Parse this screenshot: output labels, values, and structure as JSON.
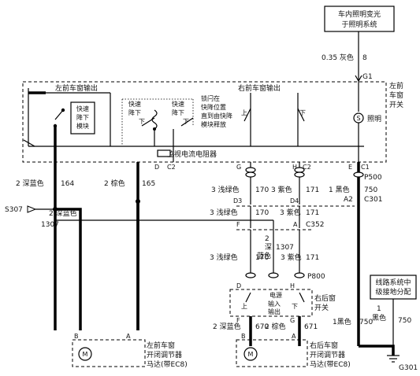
{
  "lighting_box": {
    "line1": "车内照明变光",
    "line2": "于照明系统"
  },
  "lighting_wire": {
    "gauge_color": "0.35 灰色",
    "circuit": "8"
  },
  "switch_title": {
    "line1": "左前",
    "line2": "车窗",
    "line3": "开关"
  },
  "connector_g1": "G1",
  "label_left_output": "左前车窗输出",
  "label_right_output": "右前车窗输出",
  "express_module": {
    "l1": "快速",
    "l2": "降下",
    "l3": "模块"
  },
  "express_down_1": {
    "l1": "快速",
    "l2": "降下"
  },
  "express_down_2": {
    "l1": "快速",
    "l2": "降下"
  },
  "lock_note": {
    "l1": "锁闩在",
    "l2": "快降位置",
    "l3": "直到由快降",
    "l4": "模块释放"
  },
  "up_label": "上",
  "down_label": "下",
  "illum_label": "照明",
  "current_sensor": "监视电流电阻器",
  "pins": {
    "D": "D",
    "C2a": "C2",
    "G": "G",
    "H": "H",
    "C2b": "C2",
    "E": "E",
    "C1": "C1",
    "P500": "P500",
    "A2": "A2",
    "C301": "C301",
    "D3": "D3",
    "D4": "D4",
    "F": "F",
    "A": "A",
    "C352": "C352",
    "P800": "P800",
    "D2": "D",
    "H2": "H",
    "B": "B",
    "A3": "A",
    "F2": "F",
    "G2": "G",
    "B2": "B",
    "A4": "A"
  },
  "wires": {
    "w164": {
      "c": "2 深蓝色",
      "n": "164"
    },
    "w165": {
      "c": "2 棕色",
      "n": "165"
    },
    "w170a": {
      "c": "3 浅绿色",
      "n": "170"
    },
    "w171a": {
      "c": "3 紫色",
      "n": "171"
    },
    "w750a": {
      "c": "1 黑色",
      "n": "750"
    },
    "w170b": {
      "c": "3 浅绿色",
      "n": "170"
    },
    "w171b": {
      "c": "3 紫色",
      "n": "171"
    },
    "w1307a": {
      "c": "2 深蓝色",
      "n": "1307"
    },
    "w1307b": {
      "c1": "2",
      "c2": "深",
      "c3": "蓝色",
      "n": "1307"
    },
    "w170c": {
      "c": "3 浅绿色",
      "n": "170"
    },
    "w171c": {
      "c": "3 紫色",
      "n": "171"
    },
    "w670": {
      "c": "2 深蓝色",
      "n": "670"
    },
    "w671": {
      "c": "2 棕色",
      "n": "671"
    },
    "w750b": {
      "c": "1黑色",
      "n": "750"
    },
    "w750c": {
      "c1": "1",
      "c2": "黑色",
      "n": "750"
    }
  },
  "splice_s307": "S307",
  "rear_switch": {
    "l1": "右后窗",
    "l2": "开关"
  },
  "rear_sw_inner": {
    "power": "电源",
    "input": "输入",
    "output": "输出",
    "up": "上",
    "down": "下"
  },
  "left_motor": {
    "l1": "左前车窗",
    "l2": "开闭调节器",
    "l3": "马达(带EC8)"
  },
  "right_motor": {
    "l1": "右后车窗",
    "l2": "开闭调节器",
    "l3": "马达(带EC8)"
  },
  "ground_box": {
    "l1": "线路系统中",
    "l2": "级接地分配"
  },
  "ground": "G301",
  "motor_symbol": "M",
  "ill_symbol": "S"
}
